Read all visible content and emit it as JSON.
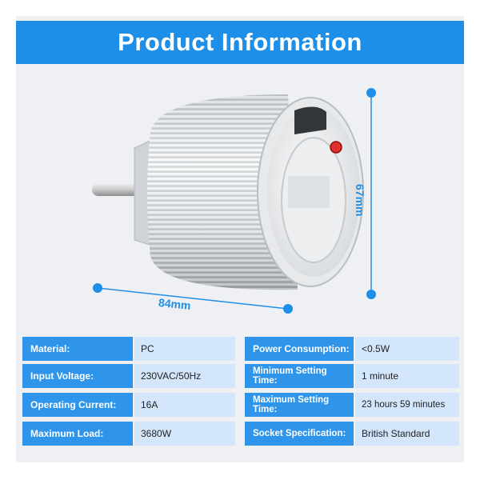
{
  "header": {
    "title": "Product Information"
  },
  "dimensions": {
    "width": "84mm",
    "height": "67mm"
  },
  "colors": {
    "accent": "#1e8fe8",
    "label_bg": "#2e95ea",
    "value_bg": "#d3e6fb"
  },
  "specs": {
    "left": [
      {
        "label": "Material:",
        "value": "PC"
      },
      {
        "label": "Input Voltage:",
        "value": "230VAC/50Hz"
      },
      {
        "label": "Operating Current:",
        "value": "16A"
      },
      {
        "label": "Maximum Load:",
        "value": "3680W"
      }
    ],
    "right": [
      {
        "label": "Power Consumption:",
        "value": "<0.5W"
      },
      {
        "label": "Minimum Setting Time:",
        "value": "1 minute"
      },
      {
        "label": "Maximum Setting Time:",
        "value": "23 hours 59 minutes"
      },
      {
        "label": "Socket Specification:",
        "value": "British Standard"
      }
    ]
  }
}
